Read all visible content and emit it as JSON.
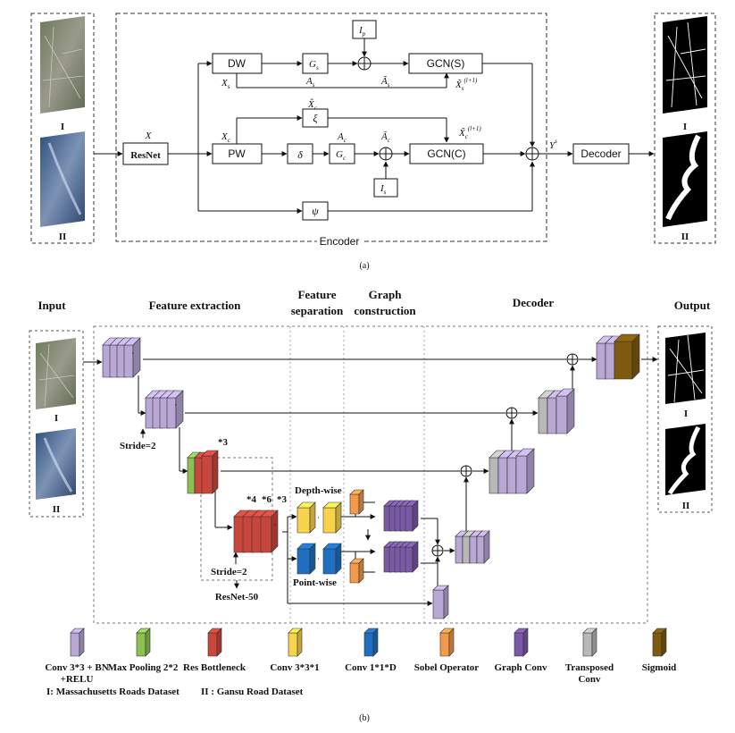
{
  "panel_a": {
    "caption": "(a)",
    "encoder_label": "Encoder",
    "input_labels": [
      "I",
      "II"
    ],
    "output_labels": [
      "I",
      "II"
    ],
    "nodes": {
      "resnet": "ResNet",
      "dw": "DW",
      "pw": "PW",
      "gcn_s": "GCN(S)",
      "gcn_c": "GCN(C)",
      "decoder": "Decoder",
      "gs": "G",
      "gs_sub": "s",
      "gc": "G",
      "gc_sub": "c",
      "ip": "I",
      "ip_sub": "p",
      "is": "I",
      "is_sub": "s",
      "xi": "ξ",
      "delta": "δ",
      "psi": "ψ"
    },
    "edge_labels": {
      "x": "X",
      "xs": "X",
      "xs_sub": "s",
      "as": "A",
      "as_sub": "s",
      "as_tilde": "Ã",
      "as_tilde_sub": "s",
      "xs_out": "X̃",
      "xs_out_sub": "s",
      "xs_out_sup": "(l+1)",
      "xc": "X",
      "xc_sub": "c",
      "xc_hat": "X̂",
      "xc_hat_sub": "c",
      "ac": "A",
      "ac_sub": "c",
      "ac_tilde": "Ã",
      "ac_tilde_sub": "c",
      "xc_out": "X̃",
      "xc_out_sub": "c",
      "xc_out_sup": "(l+1)",
      "y": "Y",
      "y_sup": "s"
    }
  },
  "panel_b": {
    "caption": "(b)",
    "sections": {
      "input": "Input",
      "feature_extraction": "Feature extraction",
      "feature_separation_1": "Feature",
      "feature_separation_2": "separation",
      "graph_construction_1": "Graph",
      "graph_construction_2": "construction",
      "decoder": "Decoder",
      "output": "Output"
    },
    "input_labels": [
      "I",
      "II"
    ],
    "output_labels": [
      "I",
      "II"
    ],
    "annotations": {
      "stride_1": "Stride=2",
      "stride_2": "Stride=2",
      "resnet50": "ResNet-50",
      "x3a": "*3",
      "x4": "*4",
      "x6": "*6",
      "x3b": "*3",
      "depthwise": "Depth-wise",
      "pointwise": "Point-wise"
    },
    "legend": [
      {
        "label_1": "Conv 3*3 + BN",
        "label_2": "+RELU",
        "color": "#b9a7d6"
      },
      {
        "label_1": "Max Pooling 2*2",
        "label_2": "",
        "color": "#8cc152"
      },
      {
        "label_1": "Res Bottleneck",
        "label_2": "",
        "color": "#c9463d"
      },
      {
        "label_1": "Conv 3*3*1",
        "label_2": "",
        "color": "#f7d44c"
      },
      {
        "label_1": "Conv 1*1*D",
        "label_2": "",
        "color": "#1f6fc2"
      },
      {
        "label_1": "Sobel Operator",
        "label_2": "",
        "color": "#f39a4a"
      },
      {
        "label_1": "Graph Conv",
        "label_2": "",
        "color": "#7a5aa6"
      },
      {
        "label_1": "Transposed",
        "label_2": "Conv",
        "color": "#b8b8b8"
      },
      {
        "label_1": "Sigmoid",
        "label_2": "",
        "color": "#7d5a10"
      }
    ],
    "datasets": {
      "i": "I: Massachusetts Roads Dataset",
      "ii": "II : Gansu Road Dataset"
    }
  }
}
